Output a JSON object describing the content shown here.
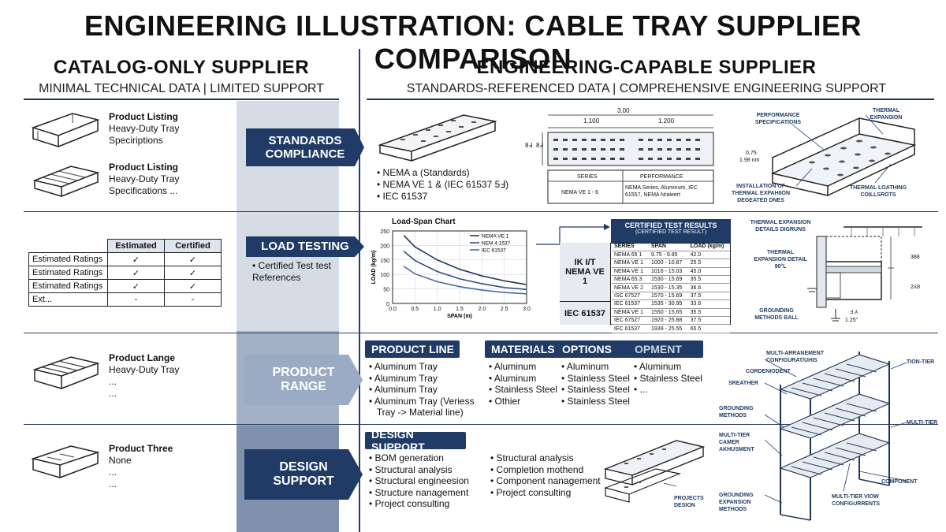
{
  "title": "ENGINEERING ILLUSTRATION: CABLE TRAY SUPPLIER COMPARISON",
  "left_header": {
    "title": "CATALOG-ONLY SUPPLIER",
    "subtitle": "MINIMAL TECHNICAL DATA | LIMITED SUPPORT"
  },
  "right_header": {
    "title": "ENGINEERING-CAPABLE SUPPLIER",
    "subtitle": "STANDARDS-REFERENCED DATA | COMPREHENSIVE ENGINEERING SUPPORT"
  },
  "banners": {
    "standards": "STANDARDS COMPLIANCE",
    "load": "LOAD TESTING",
    "range": "PRODUCT RANGE",
    "design": "DESIGN SUPPORT"
  },
  "catalog": {
    "p1": {
      "title": "Product Listing",
      "line1": "Heavy-Duty Tray",
      "line2": "Speciriptions"
    },
    "p2": {
      "title": "Product Listing",
      "line1": "Heavy-Duty Tray",
      "line2": "Specifications ..."
    },
    "table": {
      "headers": [
        "Estimated",
        "Certified"
      ],
      "rows": [
        {
          "label": "Estimated Ratings",
          "c1": "✓",
          "c2": "✓"
        },
        {
          "label": "Estimated Ratings",
          "c1": "✓",
          "c2": "✓"
        },
        {
          "label": "Estimated Ratings",
          "c1": "✓",
          "c2": "✓"
        },
        {
          "label": "Ext...",
          "c1": "-",
          "c2": "-"
        }
      ]
    },
    "p3": {
      "title": "Product Lange",
      "line1": "Heavy-Duty Tray",
      "line2": "...",
      "line3": "..."
    },
    "p4": {
      "title": "Product Three",
      "line1": "None",
      "line2": "...",
      "line3": "..."
    }
  },
  "standards": {
    "bullets": [
      "• NEMA a (Standards)",
      "• NEMA VE 1 & (IEC 61537 5Ⅎ)",
      "• IEC 61537"
    ],
    "drawing": {
      "overall": "3.00",
      "dim_a": "1.100",
      "dim_b": "1.200",
      "h1": "8Ⅎ",
      "h2": "8Ⅎ",
      "h3": "8Ⅎ",
      "table_headers": [
        "SERIES",
        "PERFORMANCE"
      ],
      "table_series": "NEMA VE 1 - 6",
      "table_perf": "NEMA Series, Aluminum, IEC 61557, NEMA Nraleert"
    },
    "iso": {
      "perf_spec": "PERFORMANCE SPECIFICATIONS",
      "thermal": "THERMAL EXPANSION",
      "dim1": "0.75",
      "dim2": "1.98 nm",
      "install": "INSTALLATION OF THERMAL EXPAHIION DEGEATED DNES",
      "loathing": "THERMAL LOATHING COILLSROTS"
    }
  },
  "load": {
    "bullet": "• Certified Test test References",
    "chart_title": "Load-Span Chart",
    "results_title": "CERTIFIED TEST RESULTS",
    "results_sub": "(CERTIFIED TEST RESULT)",
    "results_headers": [
      "SERIES",
      "SPAN",
      "LOAD (kg/m)"
    ],
    "results_rows": [
      [
        "NEMA 65 1",
        "9.75 - 9.85",
        "42.0"
      ],
      [
        "NEMA VE 1",
        "1000 - 10.87",
        "25.5"
      ],
      [
        "NEMA VE 1",
        "1016 - 15.03",
        "45.0"
      ],
      [
        "NEMA 65.3",
        "1530 - 15.69",
        "35.5"
      ],
      [
        "NEMA VE 2",
        "1530 - 15.35",
        "36.6"
      ],
      [
        "ISC 67527",
        "1570 - 15.69",
        "37.5"
      ],
      [
        "IEC 61537",
        "1535 - 30.95",
        "33.6"
      ],
      [
        "NEMA VE 1",
        "1550 - 15.65",
        "35.5"
      ],
      [
        "IEC 67527",
        "1920 - 25.88",
        "37.5"
      ],
      [
        "IEC 61537",
        "1939 - 25.55",
        "65.5"
      ]
    ],
    "group1": "IK I/T NEMA VE 1",
    "group2": "IEC 61537",
    "detail": {
      "title": "THERMAL EXPANSION DETAILS DIGRUNS",
      "sub": "THERMAL EXPANSION DETAIL 90°L",
      "ground": "GROUNDING METHODS BALL",
      "d1": "388",
      "d2": "2⅄8",
      "d3": "1.25\"",
      "d4": "Ⅎ ⅄"
    }
  },
  "chart_data": {
    "type": "line",
    "title": "Load-Span Chart",
    "xlabel": "SPAN (m)",
    "ylabel": "LOAD (kg/m)",
    "xlim": [
      0,
      3
    ],
    "ylim": [
      0,
      250
    ],
    "xticks": [
      "0.0",
      "0.5",
      "1.0",
      "1.5",
      "2.0",
      "2.5",
      "3.0"
    ],
    "yticks": [
      "0",
      "50",
      "100",
      "150",
      "200",
      "250"
    ],
    "grid": true,
    "legend_position": "top-right",
    "series": [
      {
        "name": "NEMA VE 1",
        "x": [
          0.25,
          0.5,
          1.0,
          1.5,
          2.0,
          2.5,
          3.0
        ],
        "values": [
          235,
          195,
          150,
          118,
          95,
          78,
          65
        ]
      },
      {
        "name": "NEM 4:1537",
        "x": [
          0.25,
          0.5,
          1.0,
          1.5,
          2.0,
          2.5,
          3.0
        ],
        "values": [
          180,
          148,
          110,
          85,
          68,
          55,
          48
        ]
      },
      {
        "name": "IEC 61537",
        "x": [
          0.25,
          0.5,
          1.0,
          1.5,
          2.0,
          2.5,
          3.0
        ],
        "values": [
          128,
          102,
          75,
          58,
          46,
          38,
          33
        ]
      }
    ]
  },
  "range": {
    "product_line": {
      "title": "PRODUCT LINE",
      "items": [
        "• Aluminum Tray",
        "• Aluminum Tray",
        "• Aluminum Tray",
        "• Aluminum Tray (Veriess",
        "   Tray -> Material line)"
      ]
    },
    "materials": {
      "title": "MATERIALS",
      "items": [
        "• Aluminum",
        "• Aluminum",
        "• Stainless Steel",
        "• Othier"
      ]
    },
    "options": {
      "title": "OPTIONS",
      "items": [
        "• Aluminum",
        "• Stainless Steel",
        "• Stainless Steel",
        "• Stainless Steel"
      ]
    },
    "opment": {
      "title": "OPMENT",
      "items": [
        "• Aluminum",
        "• Stainless Steel",
        "• ..."
      ]
    }
  },
  "design": {
    "title": "DESIGN SUPPORT",
    "col1": [
      "• BOM generation",
      "• Structural analysis",
      "• Structural engineesion",
      "• Structure nanagement",
      "• Project consulting"
    ],
    "col2": [
      "• Structural analysis",
      "• Completion mothend",
      "• Component nanagement",
      "• Project consulting"
    ],
    "projects": "PROJECTS DESION"
  },
  "rack": {
    "labels": {
      "multi_arr": "MULTI-ARRANEMENT CONFIGURAT/UHIS",
      "cordeni": "CORDENIODENT",
      "sreather": "SREATHER",
      "grounding": "GROUNDING METHODS",
      "multi_tier_camer": "MULTI-TIER CAMER AKHUSMENT",
      "grounding_exp": "GROUNDING EXPANSION METHODS",
      "tion_tier": "TION-TIER",
      "multi_tier": "MULTI-TIER",
      "component": "COMPONENT",
      "multi_tier_view": "MULTI-TIER VIOW CONFIGURRENTS"
    }
  }
}
